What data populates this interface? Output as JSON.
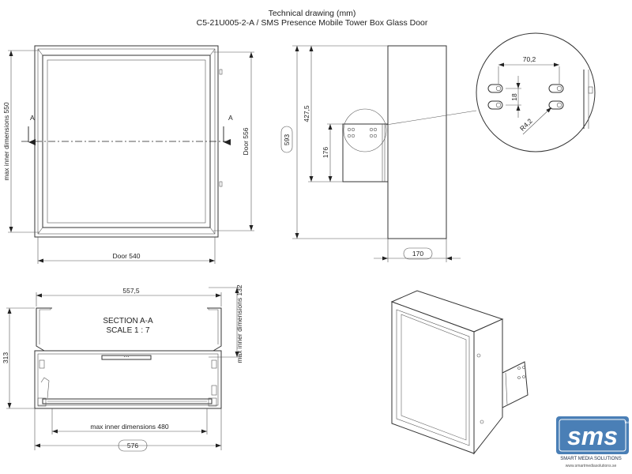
{
  "title": {
    "line1": "Technical drawing (mm)",
    "line2": "C5-21U005-2-A / SMS Presence Mobile Tower Box Glass Door"
  },
  "front_view": {
    "section_marker": "A",
    "dim_height": "max inner dimensions 550",
    "dim_door_height": "Door 556",
    "dim_door_width": "Door 540"
  },
  "side_view": {
    "dim_total_height": "593",
    "dim_bracket_height": "427,5",
    "dim_bracket_pos": "176",
    "dim_depth": "170"
  },
  "detail_view": {
    "dim_hole_spacing_h": "70,2",
    "dim_hole_spacing_v": "18",
    "dim_radius": "R4,2"
  },
  "section_view": {
    "label": "SECTION A-A",
    "scale": "SCALE 1 : 7",
    "dim_top_width": "557,5",
    "dim_inner_depth": "max inner dimensions 132",
    "dim_height": "313",
    "dim_inner_width": "max inner dimensions 480",
    "dim_total_width": "576"
  },
  "logo": {
    "mark": "sms",
    "tm": "TM",
    "name": "SMART MEDIA SOLUTIONS",
    "url": "www.smartmediasolutions.se",
    "color": "#4a7fb6"
  }
}
